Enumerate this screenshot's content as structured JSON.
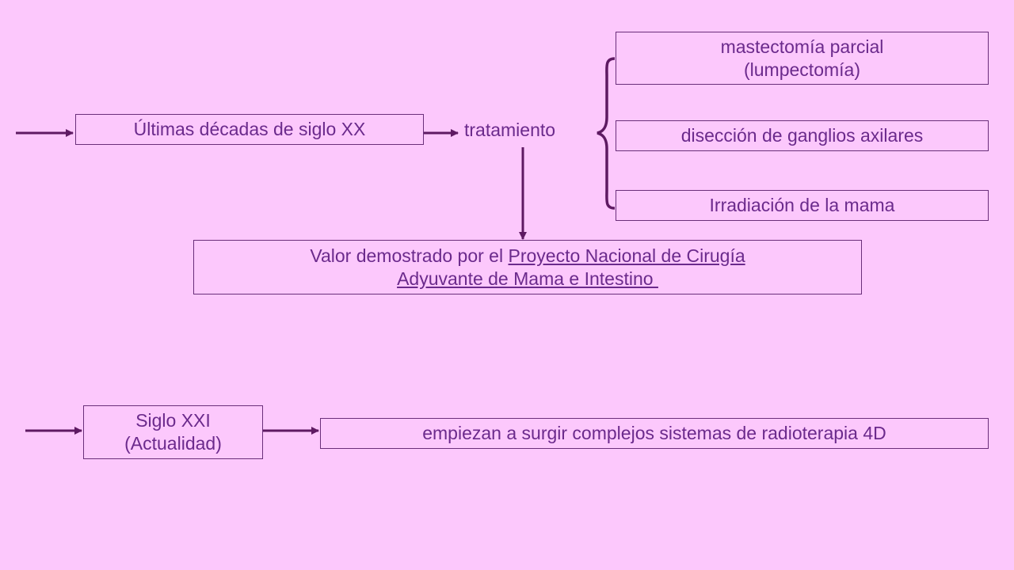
{
  "top": {
    "era_label": "Últimas décadas de siglo XX",
    "treatment_label": "tratamiento",
    "options": [
      {
        "line1": "mastectomía parcial",
        "line2": "(lumpectomía)"
      },
      {
        "line1": "disección de ganglios axilares"
      },
      {
        "line1": "Irradiación de la mama"
      }
    ],
    "value": {
      "prefix": "Valor demostrado por el ",
      "link_line1": "Proyecto Nacional de Cirugía",
      "link_line2": "Adyuvante de Mama e Intestino "
    }
  },
  "bottom": {
    "era_line1": "Siglo XXI",
    "era_line2": "(Actualidad)",
    "result": "empiezan a surgir complejos sistemas de radioterapia 4D"
  },
  "colors": {
    "background": "#fcc8fc",
    "text": "#6b2a8c",
    "connector": "#5e1a62"
  }
}
